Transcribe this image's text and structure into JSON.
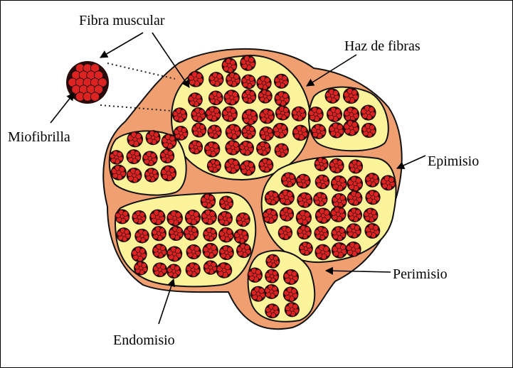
{
  "labels": {
    "fiber": "Fibra muscular",
    "bundle": "Haz de fibras",
    "myofibril": "Miofibrilla",
    "epimysium": "Epimisio",
    "perimysium": "Perimisio",
    "endomysium": "Endomisio"
  },
  "colors": {
    "epimysium": "#f0a070",
    "endomysium": "#fcf39a",
    "myofibril": "#dd2222",
    "outline": "#111111"
  }
}
